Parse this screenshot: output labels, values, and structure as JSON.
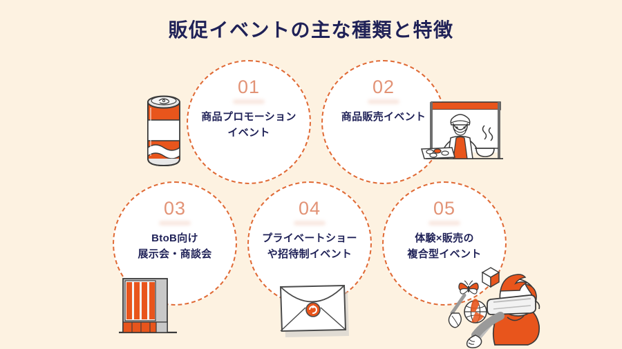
{
  "page": {
    "title": "販促イベントの主な種類と特徴",
    "background_color": "#FDF2E1",
    "title_color": "#1F2157",
    "accent_color": "#E06A35",
    "number_color": "#E08A6B",
    "circle_fill": "#FFFFFF"
  },
  "items": [
    {
      "number": "01",
      "label": "商品プロモーション\nイベント",
      "icon": "beverage-can-icon"
    },
    {
      "number": "02",
      "label": "商品販売イベント",
      "icon": "food-stall-icon"
    },
    {
      "number": "03",
      "label": "BtoB向け\n展示会・商談会",
      "icon": "exhibition-booth-icon"
    },
    {
      "number": "04",
      "label": "プライベートショー\nや招待制イベント",
      "icon": "sealed-envelope-icon"
    },
    {
      "number": "05",
      "label": "体験×販売の\n複合型イベント",
      "icon": "vr-headset-person-icon"
    }
  ]
}
